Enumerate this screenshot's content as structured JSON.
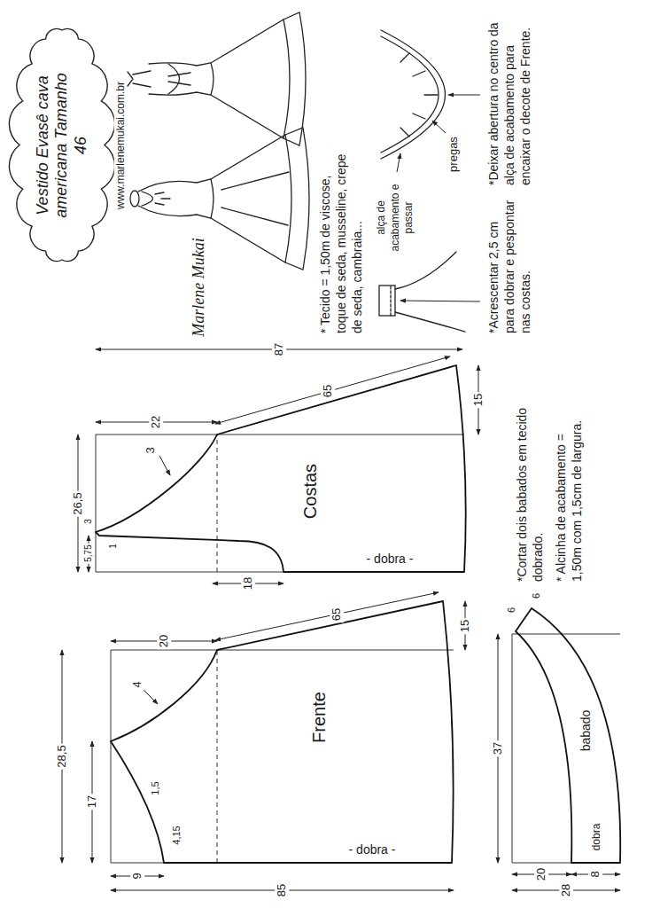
{
  "diagram": {
    "nodes": [
      {
        "text": [
          "Vestido Evasê cava americana Tamanho 46"
        ]
      },
      {
        "text": [
          "Costas",
          "- dobra -"
        ]
      },
      {
        "text": [
          "Frente",
          "- dobra -"
        ]
      },
      {
        "text": [
          "babado",
          "dobra"
        ]
      }
    ],
    "labels": [
      "www.marlenemukai.com.br",
      "Marlene Mukai",
      "* Tecido = 1,50m de viscose, toque de seda, musseline, crepe de seda, cambraia...",
      "pregas",
      "alça de acabamento e passar",
      "*Deixar abertura no centro da alça de acabamento para encaixar o decote de Frente.",
      "*Acrescentar 2,5 cm para dobrar e pespontar nas costas.",
      "87",
      "26,5",
      "22",
      "3",
      "65",
      "15",
      "18",
      "5,75",
      "3",
      "1",
      "85",
      "28,5",
      "17",
      "9",
      "20",
      "4",
      "1,5",
      "4,15",
      "65",
      "15",
      "37",
      "28",
      "20",
      "8",
      "6",
      "6",
      "*Cortar dois babados em tecido dobrado.",
      "* Alcinha de acabamento = 1,50m com 1,5cm de largura."
    ]
  }
}
